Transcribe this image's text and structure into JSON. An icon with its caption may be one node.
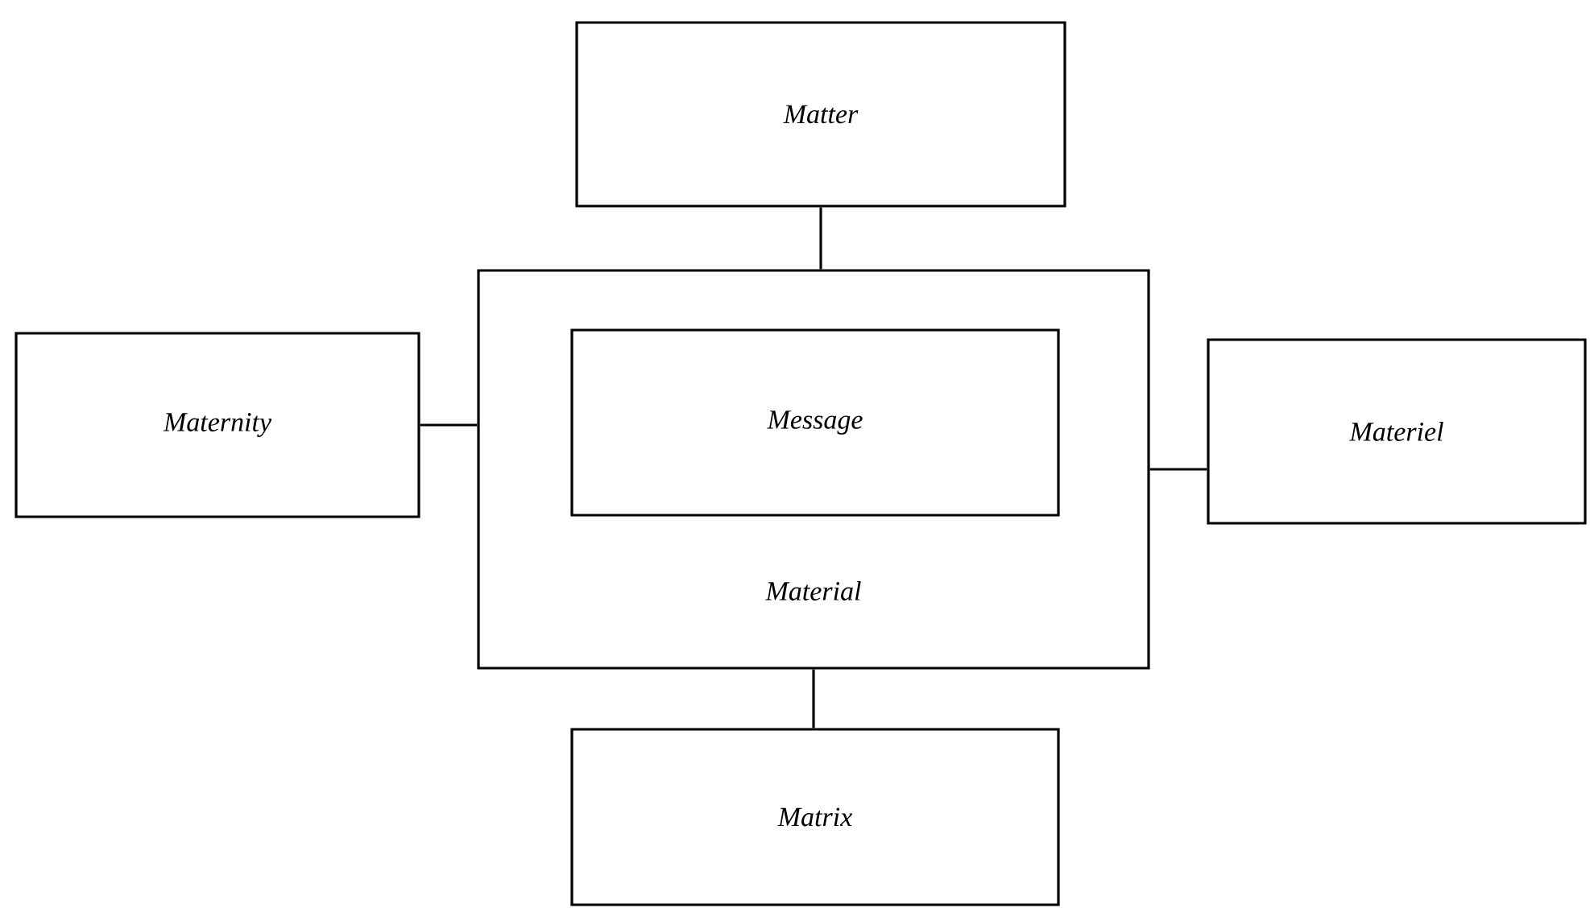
{
  "diagram": {
    "nodes": [
      {
        "text": [
          "Matter"
        ]
      },
      {
        "text": [
          "Material"
        ]
      },
      {
        "text": [
          "Message"
        ],
        "in": 1
      },
      {
        "text": [
          "Maternity"
        ]
      },
      {
        "text": [
          "Materiel"
        ]
      },
      {
        "text": [
          "Matrix"
        ]
      }
    ],
    "edges": [
      {
        "from": 0,
        "to": 1,
        "arrow": "none"
      },
      {
        "from": 3,
        "to": 1,
        "arrow": "none"
      },
      {
        "from": 1,
        "to": 4,
        "arrow": "none"
      },
      {
        "from": 1,
        "to": 5,
        "arrow": "none"
      }
    ]
  }
}
